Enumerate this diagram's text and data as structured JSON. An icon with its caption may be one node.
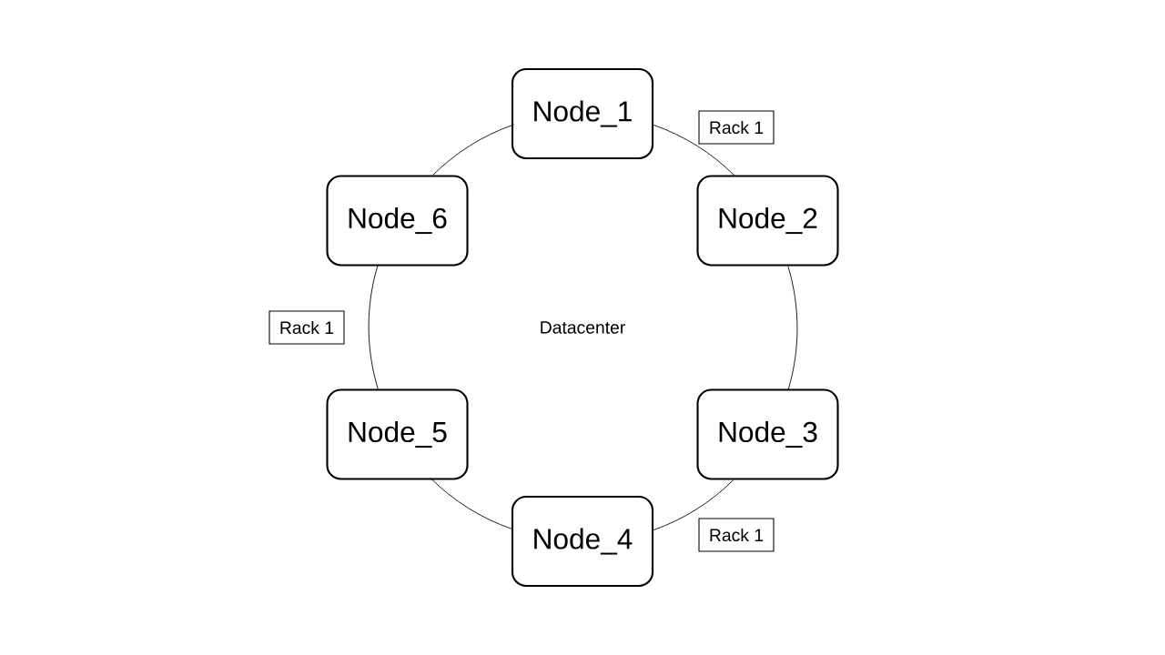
{
  "diagram": {
    "nodes": [
      {
        "text": [
          "Node_1"
        ]
      },
      {
        "text": [
          "Node_2"
        ]
      },
      {
        "text": [
          "Node_3"
        ]
      },
      {
        "text": [
          "Node_4"
        ]
      },
      {
        "text": [
          "Node_5"
        ]
      },
      {
        "text": [
          "Node_6"
        ]
      },
      {
        "text": [
          "Rack 1"
        ]
      },
      {
        "text": [
          "Rack 1"
        ]
      },
      {
        "text": [
          "Rack 1"
        ]
      }
    ],
    "edges": [
      {
        "from": 0,
        "to": 1,
        "arrow": "none"
      },
      {
        "from": 1,
        "to": 2,
        "arrow": "none"
      },
      {
        "from": 2,
        "to": 3,
        "arrow": "none"
      },
      {
        "from": 3,
        "to": 4,
        "arrow": "none"
      },
      {
        "from": 4,
        "to": 5,
        "arrow": "none"
      },
      {
        "from": 5,
        "to": 0,
        "arrow": "none"
      }
    ],
    "labels": [
      "Datacenter"
    ]
  }
}
